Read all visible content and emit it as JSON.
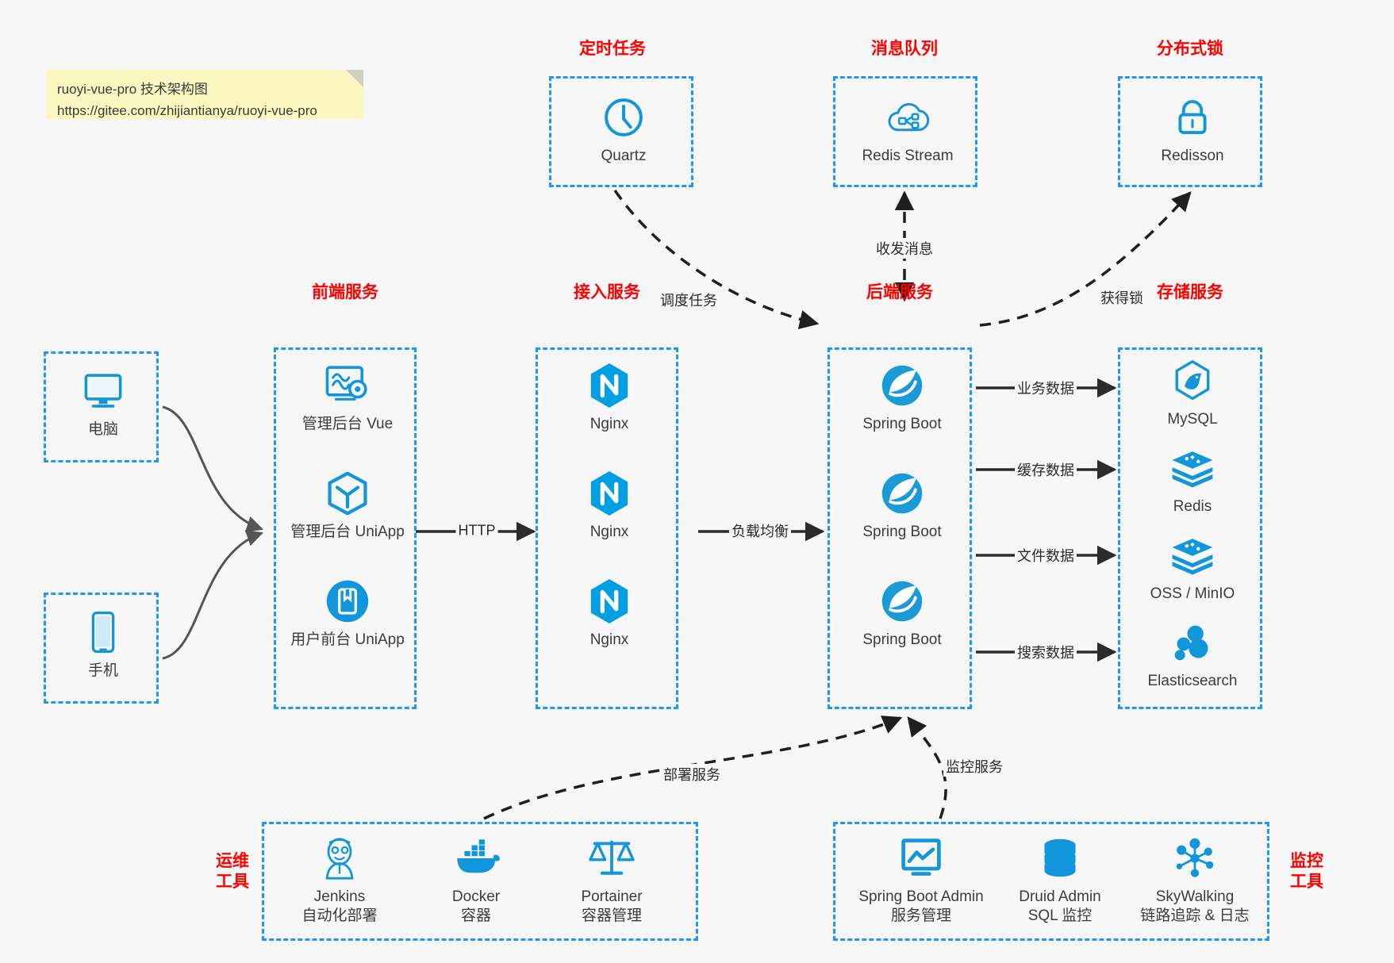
{
  "note": {
    "line1": "ruoyi-vue-pro 技术架构图",
    "line2": "https://gitee.com/zhijiantianya/ruoyi-vue-pro"
  },
  "colors": {
    "group_border": "#2196f3",
    "group_title": "#ff0000",
    "icon_blue": "#1296db",
    "edge": "#3a3a3a",
    "background": "#f7f7f7",
    "note_bg": "#fbf7c0"
  },
  "groups": {
    "scheduler": {
      "title": "定时任务",
      "nodes": [
        {
          "label": "Quartz",
          "icon": "clock-icon"
        }
      ]
    },
    "message_queue": {
      "title": "消息队列",
      "nodes": [
        {
          "label": "Redis Stream",
          "icon": "cloud-stream-icon"
        }
      ]
    },
    "distributed_lock": {
      "title": "分布式锁",
      "nodes": [
        {
          "label": "Redisson",
          "icon": "lock-icon"
        }
      ]
    },
    "clients": {
      "nodes": [
        {
          "label": "电脑",
          "icon": "desktop-icon"
        },
        {
          "label": "手机",
          "icon": "mobile-icon"
        }
      ]
    },
    "frontend": {
      "title": "前端服务",
      "nodes": [
        {
          "label": "管理后台 Vue",
          "icon": "dashboard-gear-icon"
        },
        {
          "label": "管理后台 UniApp",
          "icon": "cube-icon"
        },
        {
          "label": "用户前台 UniApp",
          "icon": "app-book-icon"
        }
      ]
    },
    "gateway": {
      "title": "接入服务",
      "nodes": [
        {
          "label": "Nginx",
          "icon": "nginx-icon"
        },
        {
          "label": "Nginx",
          "icon": "nginx-icon"
        },
        {
          "label": "Nginx",
          "icon": "nginx-icon"
        }
      ]
    },
    "backend": {
      "title": "后端服务",
      "nodes": [
        {
          "label": "Spring Boot",
          "icon": "spring-leaf-icon"
        },
        {
          "label": "Spring Boot",
          "icon": "spring-leaf-icon"
        },
        {
          "label": "Spring Boot",
          "icon": "spring-leaf-icon"
        }
      ]
    },
    "storage": {
      "title": "存储服务",
      "nodes": [
        {
          "label": "MySQL",
          "icon": "mysql-dolphin-icon"
        },
        {
          "label": "Redis",
          "icon": "redis-stack-icon"
        },
        {
          "label": "OSS / MinIO",
          "icon": "redis-stack-icon"
        },
        {
          "label": "Elasticsearch",
          "icon": "elasticsearch-icon"
        }
      ]
    },
    "devops": {
      "title": "运维\n工具",
      "title_line1": "运维",
      "title_line2": "工具",
      "nodes": [
        {
          "label": "Jenkins",
          "label2": "自动化部署",
          "icon": "jenkins-butler-icon"
        },
        {
          "label": "Docker",
          "label2": "容器",
          "icon": "docker-whale-icon"
        },
        {
          "label": "Portainer",
          "label2": "容器管理",
          "icon": "scales-icon"
        }
      ]
    },
    "monitoring": {
      "title_line1": "监控",
      "title_line2": "工具",
      "nodes": [
        {
          "label": "Spring Boot Admin",
          "label2": "服务管理",
          "icon": "monitor-chart-icon"
        },
        {
          "label": "Druid Admin",
          "label2": "SQL 监控",
          "icon": "database-icon"
        },
        {
          "label": "SkyWalking",
          "label2": "链路追踪 & 日志",
          "icon": "skywalking-node-icon"
        }
      ]
    }
  },
  "edges": [
    {
      "id": "http",
      "label": "HTTP"
    },
    {
      "id": "load-balance",
      "label": "负载均衡"
    },
    {
      "id": "schedule-task",
      "label": "调度任务"
    },
    {
      "id": "send-receive-message",
      "label": "收发消息"
    },
    {
      "id": "acquire-lock",
      "label": "获得锁"
    },
    {
      "id": "business-data",
      "label": "业务数据"
    },
    {
      "id": "cache-data",
      "label": "缓存数据"
    },
    {
      "id": "file-data",
      "label": "文件数据"
    },
    {
      "id": "search-data",
      "label": "搜索数据"
    },
    {
      "id": "deploy-service",
      "label": "部署服务"
    },
    {
      "id": "monitor-service",
      "label": "监控服务"
    }
  ]
}
